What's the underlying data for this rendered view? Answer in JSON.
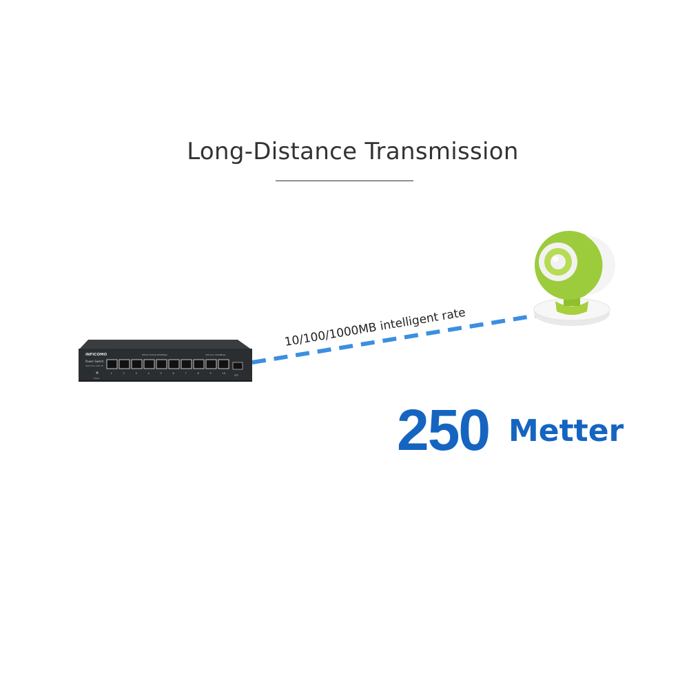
{
  "title": "Long-Distance Transmission",
  "rate_label": "10/100/1000MB intelligent rate",
  "distance": {
    "number": "250",
    "unit": "Metter"
  },
  "switch": {
    "brand": "iNFICOMO",
    "model_line1": "Power Switch",
    "model_line2": "8GE PoE+2GE UP",
    "poe_group_label": "8*PoE 10/100/1000Mbps",
    "uplink_group_label": "2UP Link 1000Mbps",
    "port_numbers": [
      "1",
      "2",
      "3",
      "4",
      "5",
      "6",
      "7",
      "8",
      "9",
      "10"
    ],
    "sfp_label": "SFP",
    "power_label": "Power"
  },
  "colors": {
    "title_text": "#333333",
    "accent_blue": "#1565c0",
    "cable_blue": "#3b8fe0",
    "camera_green": "#9ccc3c",
    "switch_body": "#2b2e31"
  },
  "icons": {
    "device": "network-switch-icon",
    "camera": "webcam-icon"
  }
}
